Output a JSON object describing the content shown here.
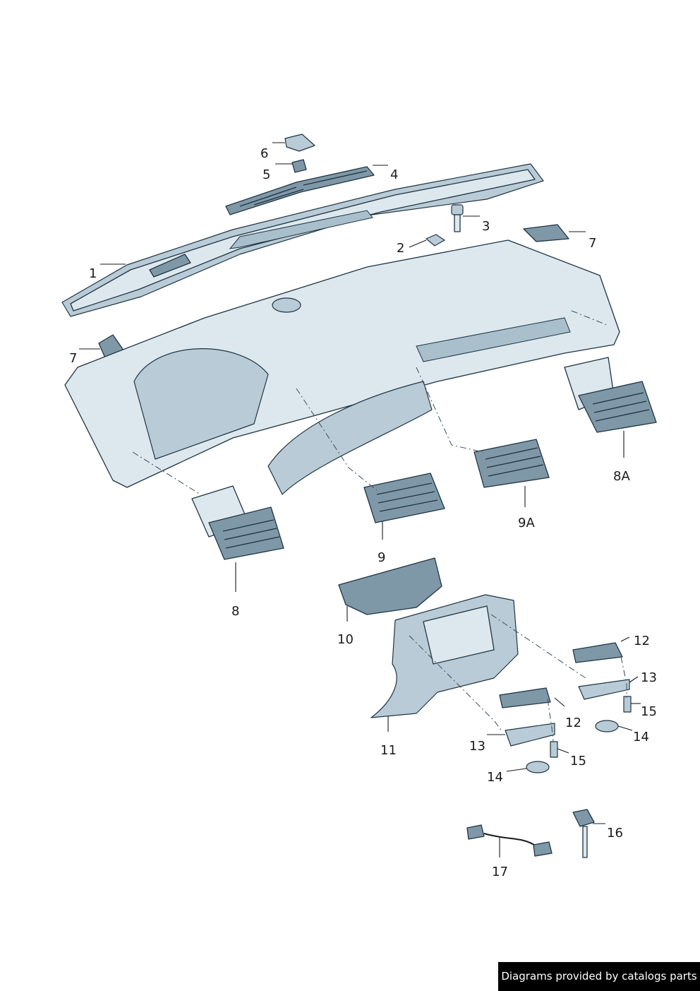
{
  "callouts": [
    "1",
    "2",
    "3",
    "4",
    "5",
    "6",
    "7",
    "8",
    "8A",
    "9",
    "9A",
    "10",
    "11",
    "12",
    "13",
    "14",
    "15",
    "16",
    "17"
  ],
  "watermark": "Diagrams provided by catalogs parts"
}
